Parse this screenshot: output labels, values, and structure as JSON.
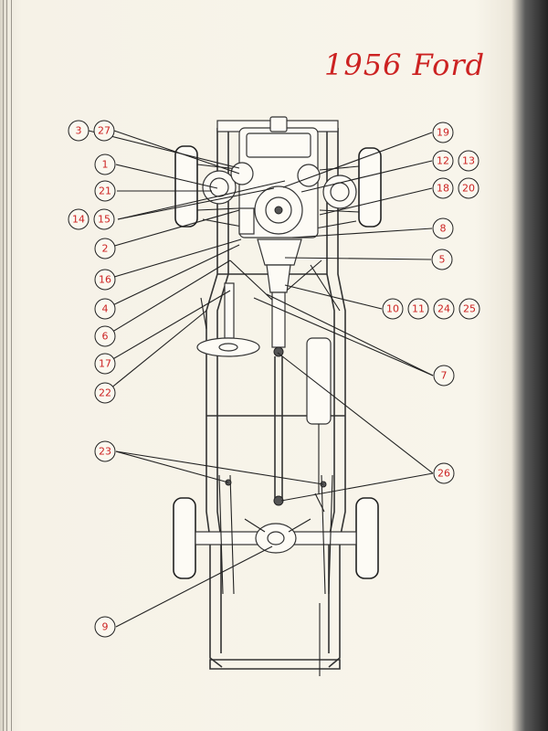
{
  "title": "1956 Ford",
  "colors": {
    "accent_red": "#cc2222",
    "ink": "#222222",
    "paper": "#f8f5eb"
  },
  "callouts": {
    "c3": "3",
    "c27": "27",
    "c1": "1",
    "c21": "21",
    "c14": "14",
    "c15": "15",
    "c2": "2",
    "c16": "16",
    "c4": "4",
    "c6": "6",
    "c17": "17",
    "c22": "22",
    "c19": "19",
    "c12": "12",
    "c13": "13",
    "c18": "18",
    "c20": "20",
    "c8": "8",
    "c5": "5",
    "c10": "10",
    "c11": "11",
    "c24": "24",
    "c25": "25",
    "c7": "7",
    "c23": "23",
    "c26": "26",
    "c9": "9"
  }
}
